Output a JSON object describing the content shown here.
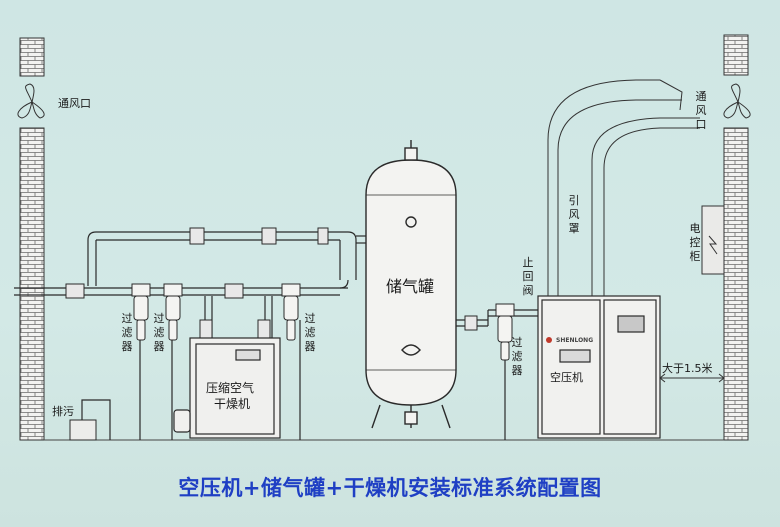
{
  "labels": {
    "vent_left": "通风口",
    "vent_right": "通风口",
    "induced_hood": "引风罩",
    "control_cabinet": "电控柜",
    "check_valve": "止回阀",
    "filter_1": "过滤器",
    "filter_2": "过滤器",
    "filter_3": "过滤器",
    "filter_4": "过滤器",
    "tank": "储气罐",
    "dryer_line1": "压缩空气",
    "dryer_line2": "干燥机",
    "compressor": "空压机",
    "brand": "SHENLONG",
    "drain": "排污",
    "distance": "大于1.5米"
  },
  "caption": "空压机+储气罐+干燥机安装标准系统配置图",
  "colors": {
    "background": "#d3e8e5",
    "line": "#2a2a2a",
    "caption": "#1f3fc4",
    "brand_red": "#c0392b"
  }
}
